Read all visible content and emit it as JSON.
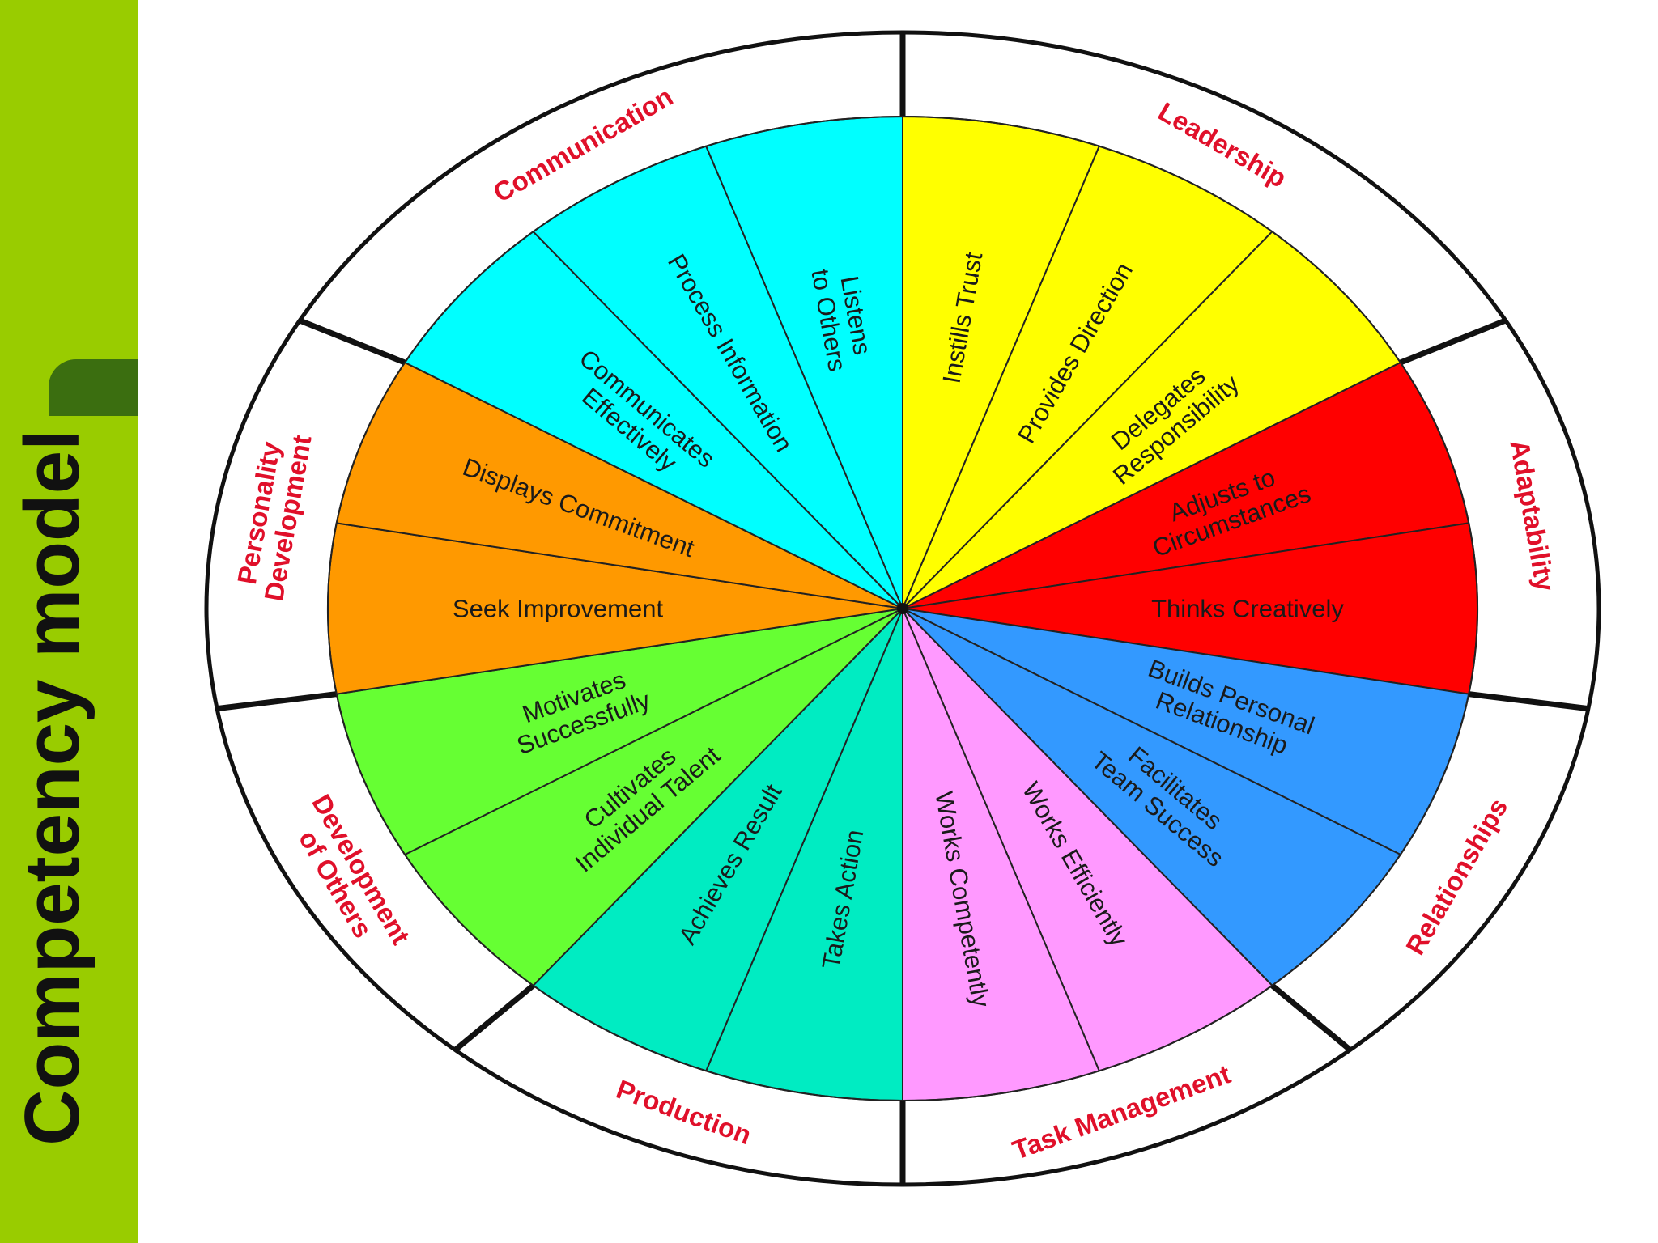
{
  "slide": {
    "title": "Competency model"
  },
  "colors": {
    "sidebar": "#99cc00",
    "accent_tab": "#3b6e10",
    "category_text": "#e0102a",
    "ring_stroke": "#111111"
  },
  "categories": [
    {
      "id": "leadership",
      "label": "Leadership"
    },
    {
      "id": "adaptability",
      "label": "Adaptability"
    },
    {
      "id": "relationships",
      "label": "Relationships"
    },
    {
      "id": "task-management",
      "label": "Task Management"
    },
    {
      "id": "production",
      "label": "Production"
    },
    {
      "id": "development-of-others",
      "label": "Development of Others"
    },
    {
      "id": "personality-development",
      "label": "Personality Development"
    },
    {
      "id": "communication",
      "label": "Communication"
    }
  ],
  "competencies": [
    {
      "id": "instills-trust",
      "label": "Instills Trust",
      "category": "leadership",
      "color": "#ffff00"
    },
    {
      "id": "provides-direction",
      "label": "Provides Direction",
      "category": "leadership",
      "color": "#ffff00"
    },
    {
      "id": "delegates-responsibility",
      "label": "Delegates Responsibility",
      "category": "leadership",
      "color": "#ffff00"
    },
    {
      "id": "adjusts-to-circumstances",
      "label": "Adjusts to Circumstances",
      "category": "adaptability",
      "color": "#ff0000"
    },
    {
      "id": "thinks-creatively",
      "label": "Thinks Creatively",
      "category": "adaptability",
      "color": "#ff0000"
    },
    {
      "id": "builds-personal-relationship",
      "label": "Builds Personal Relationship",
      "category": "relationships",
      "color": "#3399ff"
    },
    {
      "id": "facilitates-team-success",
      "label": "Facilitates Team Success",
      "category": "relationships",
      "color": "#3399ff"
    },
    {
      "id": "works-efficiently",
      "label": "Works Efficiently",
      "category": "task-management",
      "color": "#ff99ff"
    },
    {
      "id": "works-competently",
      "label": "Works Competently",
      "category": "task-management",
      "color": "#ff99ff"
    },
    {
      "id": "takes-action",
      "label": "Takes Action",
      "category": "production",
      "color": "#00ecc2"
    },
    {
      "id": "achieves-result",
      "label": "Achieves Result",
      "category": "production",
      "color": "#00ecc2"
    },
    {
      "id": "cultivates-individual-talent",
      "label": "Cultivates Individual Talent",
      "category": "development-of-others",
      "color": "#66ff33"
    },
    {
      "id": "motivates-successfully",
      "label": "Motivates Successfully",
      "category": "development-of-others",
      "color": "#66ff33"
    },
    {
      "id": "seek-improvement",
      "label": "Seek Improvement",
      "category": "personality-development",
      "color": "#ff9900"
    },
    {
      "id": "displays-commitment",
      "label": "Displays Commitment",
      "category": "personality-development",
      "color": "#ff9900"
    },
    {
      "id": "communicates-effectively",
      "label": "Communicates Effectively",
      "category": "communication",
      "color": "#00ffff"
    },
    {
      "id": "process-information",
      "label": "Process Information",
      "category": "communication",
      "color": "#00ffff"
    },
    {
      "id": "listens-to-others",
      "label": "Listens to Others",
      "category": "communication",
      "color": "#00ffff"
    }
  ]
}
